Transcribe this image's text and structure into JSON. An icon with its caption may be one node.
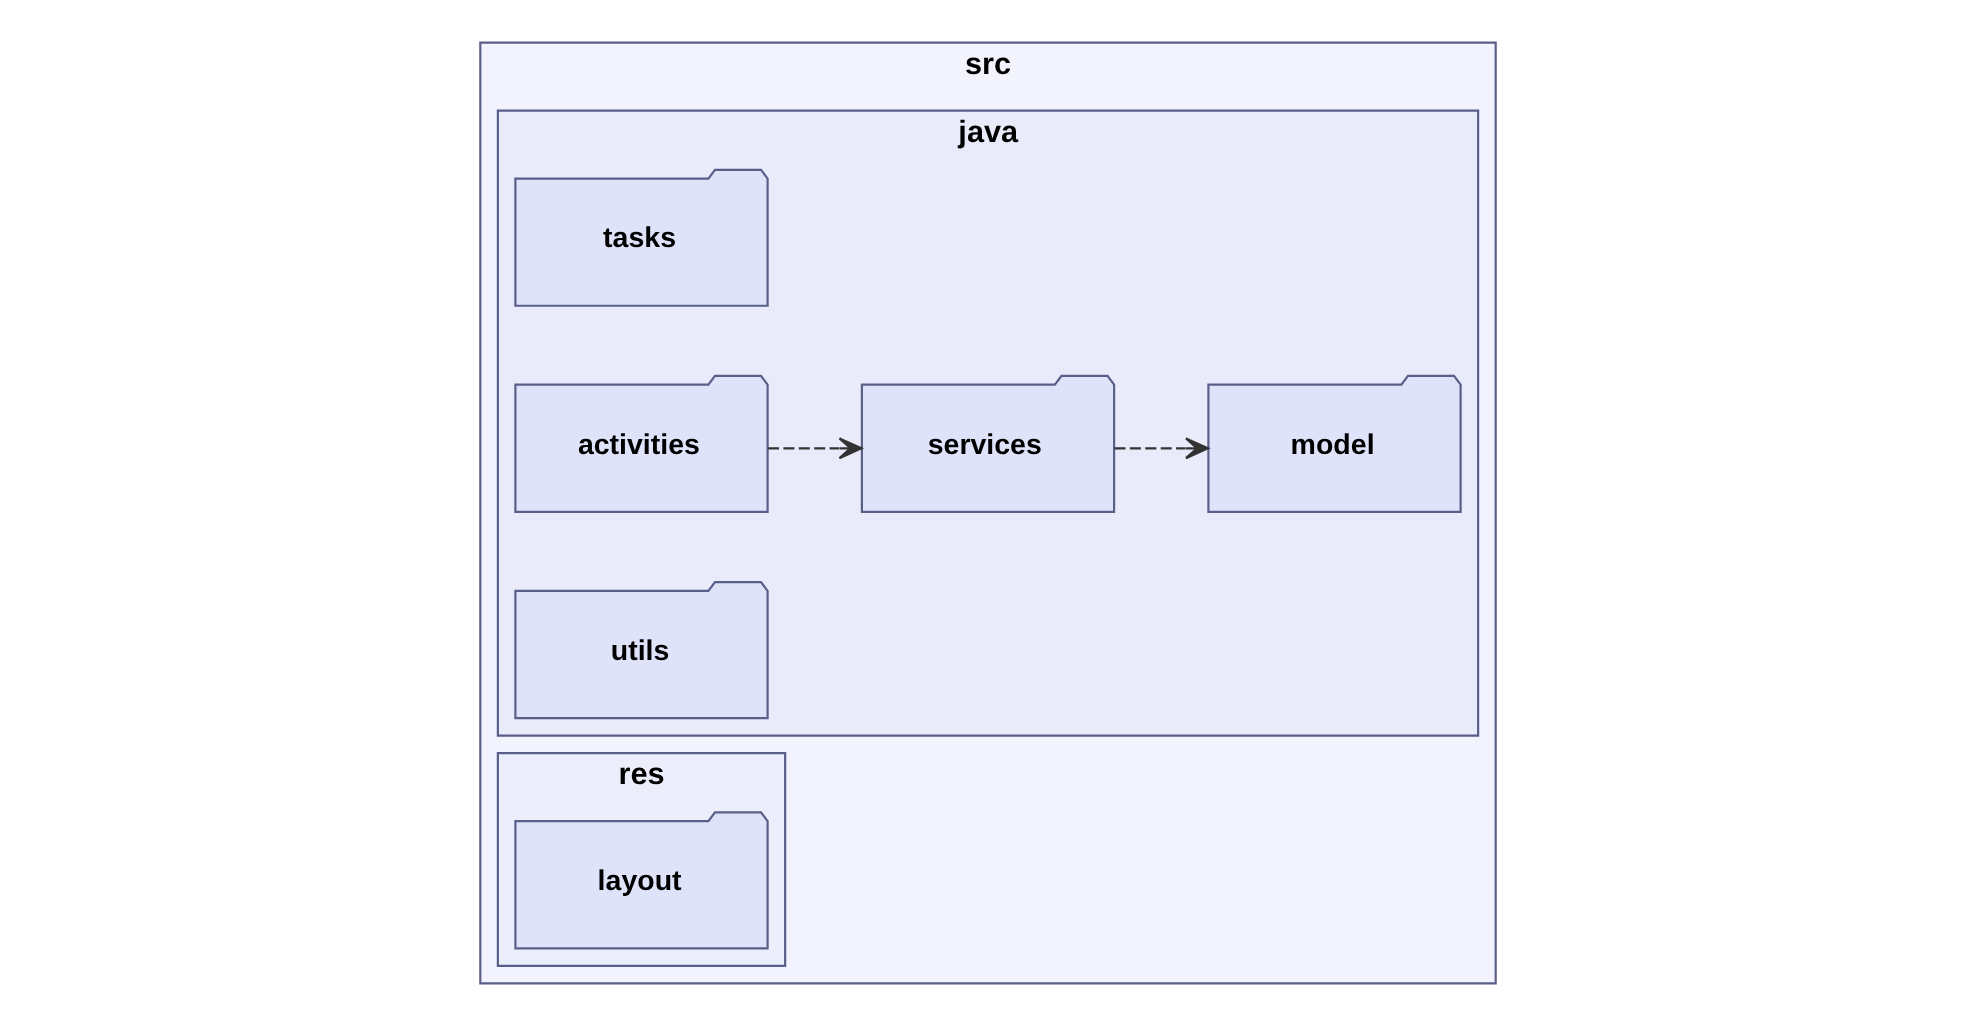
{
  "diagram": {
    "nodes": [
      {
        "text": [
          "src"
        ]
      },
      {
        "text": [
          "java"
        ],
        "in": 0
      },
      {
        "text": [
          "services"
        ],
        "in": 1
      },
      {
        "text": [
          "model"
        ],
        "in": 1
      },
      {
        "text": [
          "tasks"
        ],
        "in": 1
      },
      {
        "text": [
          "activities"
        ],
        "in": 1
      },
      {
        "text": [
          "utils"
        ],
        "in": 1
      },
      {
        "text": [
          "res"
        ],
        "in": 0
      },
      {
        "text": [
          "layout"
        ],
        "in": 7
      }
    ],
    "edges": [
      {
        "from": 2,
        "to": 3,
        "arrow": "to",
        "style": "dashed"
      },
      {
        "from": 5,
        "to": 2,
        "arrow": "to",
        "style": "dashed"
      }
    ]
  }
}
